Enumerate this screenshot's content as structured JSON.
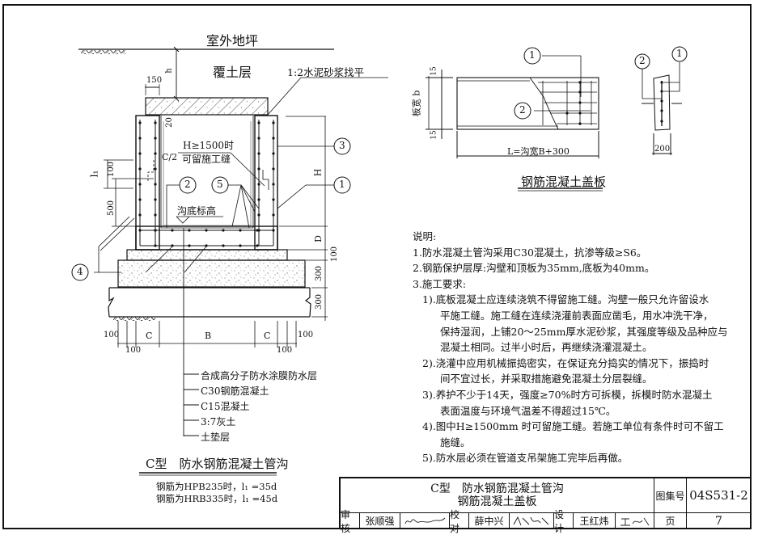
{
  "section": {
    "ground_label": "室外地坪",
    "cover_soil_label": "覆土层",
    "cover_mortar_note": "1:2水泥砂浆找平",
    "construction_joint_note_top": "H≥1500时",
    "construction_joint_note_bottom": "可留施工缝",
    "trench_bottom_label": "沟底标高",
    "half_c_label": "C/2",
    "dims": {
      "h": "h",
      "d150": "150",
      "d20": "20",
      "H": "H",
      "D": "D",
      "d100_right": "100",
      "d300_a": "300",
      "d300_b": "300",
      "l1": "l₁",
      "d100_left": "100",
      "d500": "500",
      "bottom_100_l1": "100",
      "bottom_100_l2": "100",
      "bottom_C_l": "C",
      "bottom_B": "B",
      "bottom_C_r": "C",
      "bottom_100_r1": "100",
      "bottom_100_r2": "100"
    },
    "callouts": [
      "1",
      "2",
      "3",
      "4",
      "5"
    ],
    "layer_legend": [
      "合成高分子防水涂膜防水层",
      "C30钢筋混凝土",
      "C15混凝土",
      "3:7灰土",
      "土垫层"
    ],
    "title": "C型　防水钢筋混凝土管沟",
    "rebar_notes": [
      "钢筋为HPB235时，l₁ =35d",
      "钢筋为HRB335时，l₁ =45d"
    ]
  },
  "cover_plate": {
    "title": "钢筋混凝土盖板",
    "width_label": "板宽 b",
    "top_cover": "15",
    "bottom_cover": "15",
    "length_label": "L=沟宽B+300",
    "thickness_label": "200",
    "callouts": [
      "1",
      "2"
    ]
  },
  "notes": {
    "heading": "说明:",
    "items": [
      "1.防水混凝土管沟采用C30混凝土，抗渗等级≥S6。",
      "2.钢筋保护层厚:沟壁和顶板为35mm,底板为40mm。",
      "3.施工要求:"
    ],
    "sub_items": [
      [
        "1).底板混凝土应连续浇筑不得留施工缝。沟壁一般只允许留设水",
        "平施工缝。施工缝在连续浇灌前表面应凿毛，用水冲洗干净，",
        "保持湿润，上铺20～25mm厚水泥砂浆，其强度等级及品种应与",
        "混凝土相同。过半小时后，再继续浇灌混凝土。"
      ],
      [
        "2).浇灌中应用机械振捣密实，在保证充分捣实的情况下，振捣时",
        "间不宜过长，并采取措施避免混凝土分层裂缝。"
      ],
      [
        "3).养护不少于14天，强度≥70%时方可拆模，拆模时防水混凝土",
        "表面温度与环境气温差不得超过15℃。"
      ],
      [
        "4).图中H≥1500mm 时可留施工缝。若施工单位有条件时可不留工",
        "施缝。"
      ],
      [
        "5).防水层必须在管道支吊架施工完毕后再做。"
      ]
    ]
  },
  "title_block": {
    "drawing_title_line1": "C型　防水钢筋混凝土管沟",
    "drawing_title_line2": "钢筋混凝土盖板",
    "atlas_label": "图集号",
    "atlas_number": "04S531-2",
    "page_label": "页",
    "page_number": "7",
    "review_label": "审核",
    "reviewer": "张顺强",
    "check_label": "校对",
    "checker": "薛中兴",
    "design_label": "设计",
    "designer": "王红炜"
  }
}
